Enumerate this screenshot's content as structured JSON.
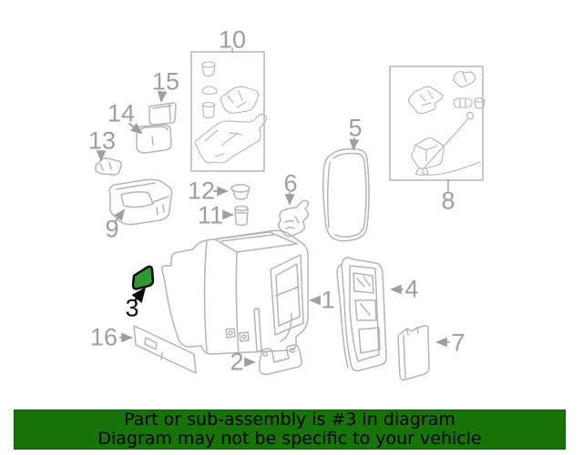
{
  "colors": {
    "diagram-line": "#b5b5b5",
    "label-gray": "#9e9e9e",
    "highlight-green": "#2f9734",
    "highlight-outline": "#000000",
    "banner-bg": "#177208",
    "banner-text": "#000000"
  },
  "diagram": {
    "highlighted_part": "3",
    "callouts": [
      {
        "label": "10"
      },
      {
        "label": "15"
      },
      {
        "label": "14"
      },
      {
        "label": "13"
      },
      {
        "label": "9"
      },
      {
        "label": "12"
      },
      {
        "label": "11"
      },
      {
        "label": "6"
      },
      {
        "label": "5"
      },
      {
        "label": "8"
      },
      {
        "label": "1"
      },
      {
        "label": "4"
      },
      {
        "label": "7"
      },
      {
        "label": "3"
      },
      {
        "label": "16"
      },
      {
        "label": "2"
      }
    ]
  },
  "banner": {
    "line1": "Part or sub-assembly is #3 in diagram",
    "line2": "Diagram may not be specific to your vehicle"
  }
}
